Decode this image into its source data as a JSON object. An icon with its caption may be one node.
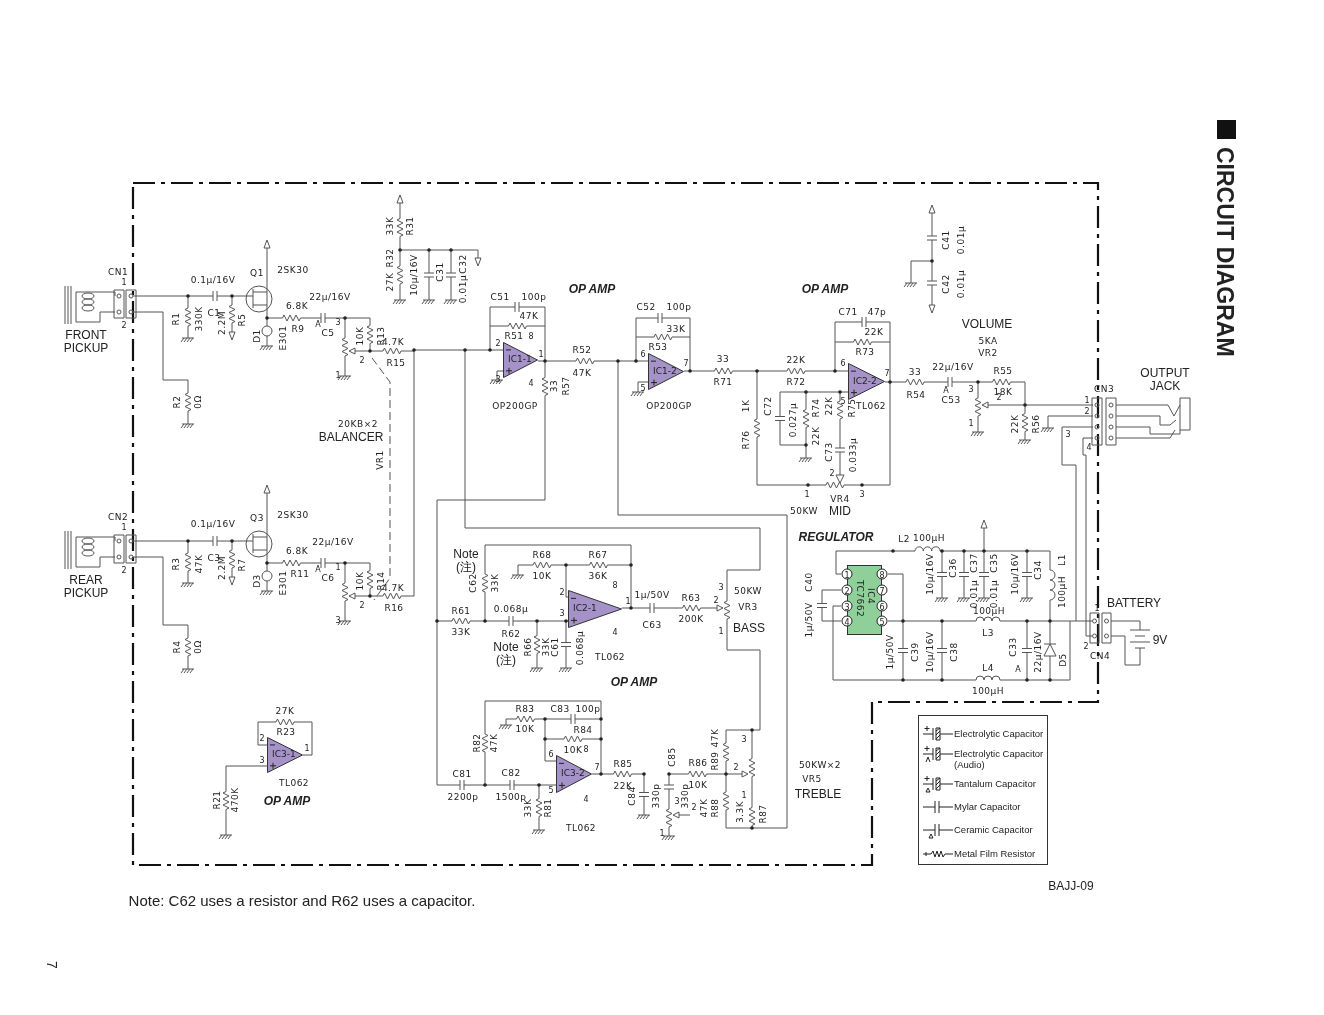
{
  "diagram": {
    "title": "CIRCUIT DIAGRAM",
    "nodes": [
      {
        "text": [
          "IC1-1"
        ],
        "beside": [
          "OP200GP"
        ]
      },
      {
        "text": [
          "IC1-2"
        ],
        "beside": [
          "OP200GP"
        ]
      },
      {
        "text": [
          "IC2-2"
        ],
        "beside": [
          "TL062"
        ]
      },
      {
        "text": [
          "IC2-1"
        ],
        "beside": [
          "TL062"
        ]
      },
      {
        "text": [
          "IC3-2"
        ],
        "beside": [
          "TL062"
        ]
      },
      {
        "text": [
          "IC3-1"
        ],
        "beside": [
          "TL062"
        ]
      },
      {
        "text": [
          "IC4",
          "TC7662"
        ]
      }
    ],
    "labels": [
      "CN1",
      "1",
      "2",
      "FRONT PICKUP",
      "0.1µ/16V",
      "Q1",
      "2SK30",
      "C1",
      "R1",
      "330K",
      "2.2M",
      "R5",
      "D1",
      "E301",
      "6.8K",
      "R9",
      "22µ/16V",
      "A",
      "C5",
      "3",
      "10K",
      "R13",
      "2",
      "4.7K",
      "R15",
      "1",
      "R2",
      "0Ω",
      "20KB×2",
      "BALANCER",
      "VR1",
      "33K",
      "R31",
      "R32",
      "27K",
      "10µ/16V",
      "C31",
      "0.01µ",
      "C32",
      "CN2",
      "1",
      "2",
      "REAR PICKUP",
      "0.1µ/16V",
      "Q3",
      "2SK30",
      "C3",
      "R3",
      "47K",
      "2.2M",
      "R7",
      "D3",
      "E301",
      "6.8K",
      "R11",
      "22µ/16V",
      "A",
      "C6",
      "1",
      "10K",
      "R14",
      "2",
      "4.7K",
      "R16",
      "3",
      "R4",
      "0Ω",
      "27K",
      "R23",
      "2",
      "1",
      "3",
      "OP AMP",
      "R21",
      "470K",
      "C51",
      "100p",
      "47K",
      "R51",
      "2",
      "8",
      "3",
      "4",
      "1",
      "33",
      "R57",
      "OP AMP",
      "R52",
      "47K",
      "C52",
      "100p",
      "33K",
      "R53",
      "6",
      "7",
      "5",
      "33",
      "R71",
      "22K",
      "R72",
      "OP AMP",
      "C71",
      "47p",
      "22K",
      "R73",
      "6",
      "7",
      "5",
      "1K",
      "R76",
      "C72",
      "0.027µ",
      "R74",
      "22K",
      "22K",
      "R75",
      "C73",
      "0.033µ",
      "2",
      "1",
      "VR4",
      "3",
      "50KW",
      "MID",
      "C41",
      "0.01µ",
      "C42",
      "0.01µ",
      "VOLUME",
      "5KA",
      "VR2",
      "22µ/16V",
      "33",
      "R54",
      "A",
      "C53",
      "3",
      "R55",
      "18K",
      "2",
      "1",
      "22K",
      "R56",
      "OUTPUT JACK",
      "CN3",
      "1",
      "2",
      "3",
      "4",
      "Note",
      "(注)",
      "C62",
      "33K",
      "R68",
      "10K",
      "R67",
      "36K",
      "R61",
      "33K",
      "0.068µ",
      "R62",
      "Note",
      "(注)",
      "R66",
      "33K",
      "C61",
      "0.068µ",
      "2",
      "8",
      "3",
      "1",
      "4",
      "1µ/50V",
      "R63",
      "C63",
      "200K",
      "3",
      "50KW",
      "2",
      "VR3",
      "1",
      "BASS",
      "OP AMP",
      "R83",
      "C83",
      "100p",
      "10K",
      "R84",
      "10K",
      "R82",
      "47K",
      "6",
      "8",
      "5",
      "7",
      "4",
      "C81",
      "2200p",
      "C82",
      "1500p",
      "33K",
      "R81",
      "R85",
      "22K",
      "C84",
      "330p",
      "C85",
      "330p",
      "3",
      "2",
      "1",
      "R86",
      "10K",
      "47K",
      "R89",
      "2",
      "3",
      "1",
      "47K",
      "R88",
      "3.3K",
      "R87",
      "50KW×2",
      "VR5",
      "TREBLE",
      "REGULATOR",
      "L2",
      "100µH",
      "1",
      "8",
      "2",
      "7",
      "3",
      "6",
      "4",
      "5",
      "C40",
      "1µ/50V",
      "10µ/16V",
      "C36",
      "0.01µ",
      "C37",
      "0.01µ",
      "C35",
      "10µ/16V",
      "C34",
      "L1",
      "100µH",
      "100µH",
      "L3",
      "1µ/50V",
      "C39",
      "10µ/16V",
      "C38",
      "C33",
      "A",
      "22µ/16V",
      "D5",
      "L4",
      "100µH",
      "BATTERY",
      "1",
      "2",
      "CN4",
      "9V",
      "BAJJ-09",
      "Note: C62 uses a resistor and R62 uses a capacitor.",
      "7"
    ],
    "legend": [
      {
        "text": "Electrolytic Capacitor"
      },
      {
        "text": "Electrolytic Capacitor (Audio)"
      },
      {
        "text": "Tantalum Capacitor"
      },
      {
        "text": "Mylar Capacitor"
      },
      {
        "text": "Ceramic Capacitor"
      },
      {
        "text": "Metal Film Resistor"
      }
    ]
  }
}
